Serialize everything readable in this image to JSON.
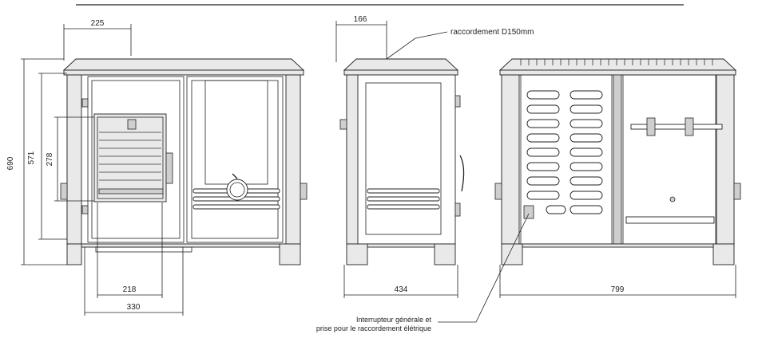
{
  "dimensions": {
    "front_top_offset": "225",
    "front_height": "690",
    "front_height_inner": "571",
    "door_height": "278",
    "door_width": "218",
    "door_opening": "330",
    "side_flue_offset": "166",
    "side_depth": "434",
    "back_width": "799"
  },
  "labels": {
    "flue_connection": "raccordement D150mm",
    "switch_line1": "Interrupteur générale et",
    "switch_line2": "prise pour le raccordement élétrique"
  }
}
